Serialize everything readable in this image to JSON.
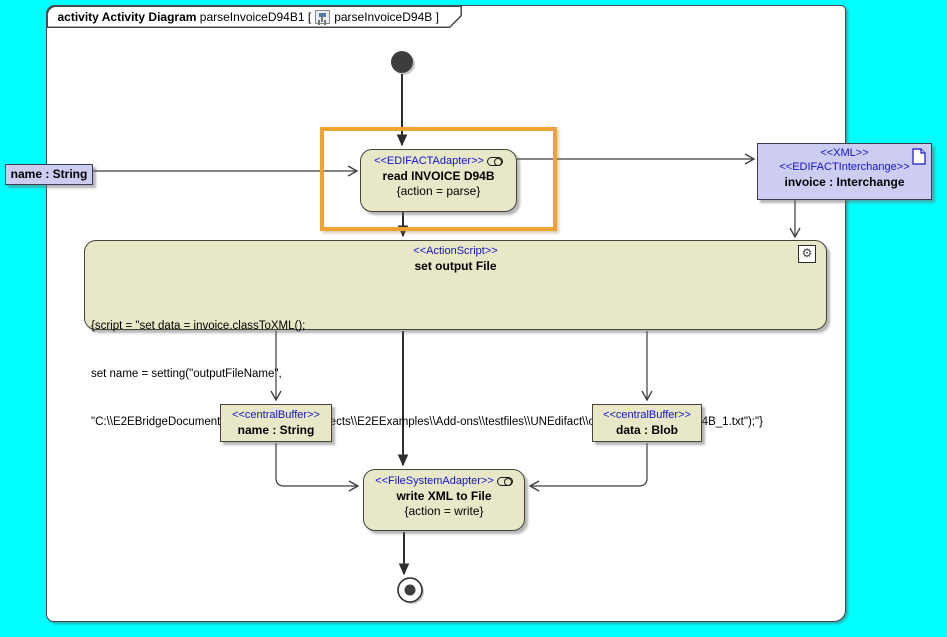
{
  "frame_title": {
    "keyword_bold": "activity Activity Diagram",
    "diagram_name": " parseInvoiceD94B1 [",
    "diagram_ref": "parseInvoiceD94B ]"
  },
  "nodes": {
    "input_object": {
      "label": "name : String"
    },
    "read_adapter": {
      "stereotype": "<<EDIFACTAdapter>>",
      "name": "read INVOICE D94B",
      "action": "{action = parse}"
    },
    "invoice_object": {
      "stereotype_xml": "<<XML>>",
      "stereotype_interchange": "<<EDIFACTInterchange>>",
      "label": "invoice : Interchange"
    },
    "action_script": {
      "stereotype": "<<ActionScript>>",
      "name": "set output File",
      "script_line1": "{script = \"set data = invoice.classToXML();",
      "script_line2": "set name = setting(\"outputFileName\",",
      "script_line3": "\"C:\\\\E2EBridgeDocumentation\\\\E2EBuilderProjects\\\\E2EExamples\\\\Add-ons\\\\testfiles\\\\UNEdifact\\\\outputParseInvoiceD94B_1.txt\");\"}"
    },
    "name_buffer": {
      "stereotype": "<<centralBuffer>>",
      "label": "name : String"
    },
    "data_buffer": {
      "stereotype": "<<centralBuffer>>",
      "label": "data : Blob"
    },
    "write_adapter": {
      "stereotype": "<<FileSystemAdapter>>",
      "name": "write XML to File",
      "action": "{action = write}"
    }
  },
  "colors": {
    "background": "#00ffff",
    "node_fill": "#e8e8c8",
    "object_fill": "#cdcdf2",
    "stereotype_blue": "#1414c8",
    "highlight_orange": "#f0a232",
    "line": "#3c3c3c"
  }
}
